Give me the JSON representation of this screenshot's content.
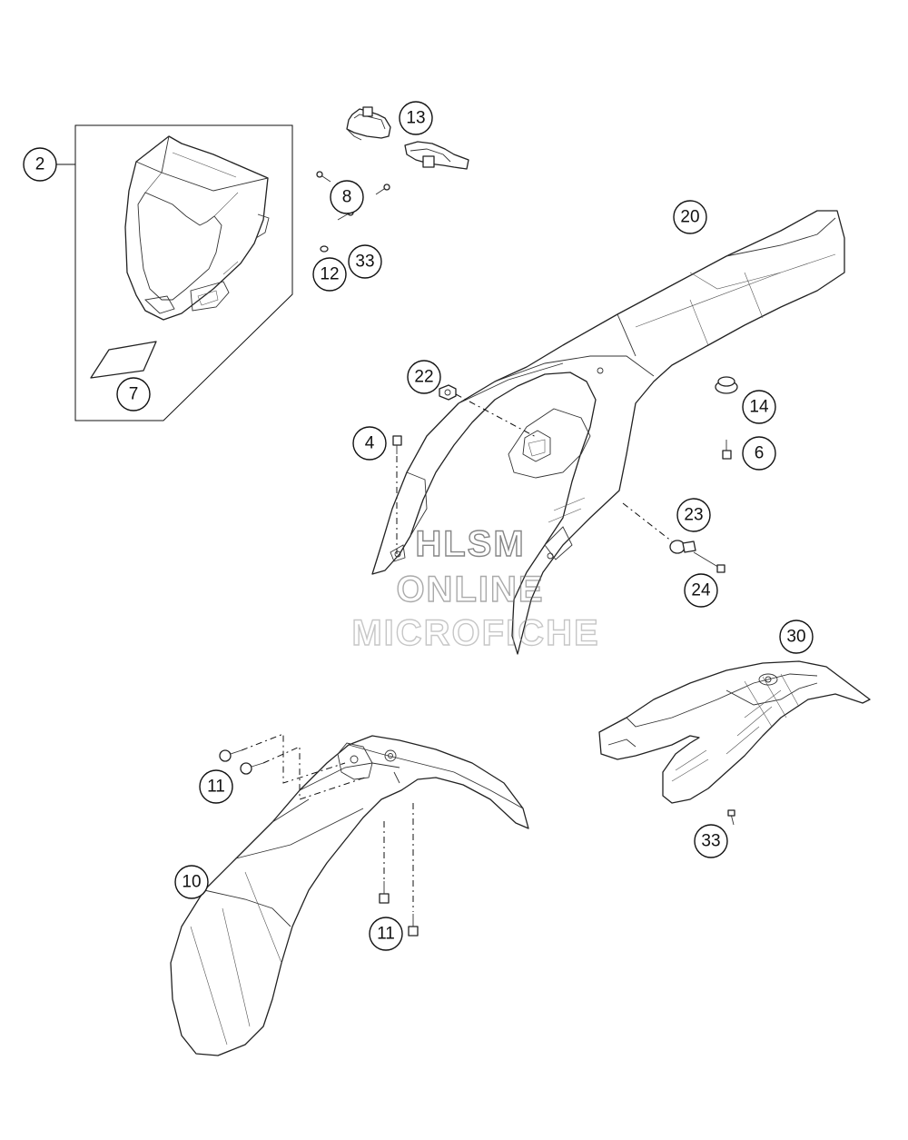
{
  "watermark": {
    "line1": "HLSM",
    "line2": "ONLINE",
    "line3": "MICROFICHE"
  },
  "callouts": [
    {
      "id": "c2",
      "label": "2"
    },
    {
      "id": "c7",
      "label": "7"
    },
    {
      "id": "c13",
      "label": "13"
    },
    {
      "id": "c8",
      "label": "8"
    },
    {
      "id": "c12",
      "label": "12"
    },
    {
      "id": "c33a",
      "label": "33"
    },
    {
      "id": "c20",
      "label": "20"
    },
    {
      "id": "c22",
      "label": "22"
    },
    {
      "id": "c14",
      "label": "14"
    },
    {
      "id": "c4",
      "label": "4"
    },
    {
      "id": "c6",
      "label": "6"
    },
    {
      "id": "c23",
      "label": "23"
    },
    {
      "id": "c24",
      "label": "24"
    },
    {
      "id": "c30",
      "label": "30"
    },
    {
      "id": "c11a",
      "label": "11"
    },
    {
      "id": "c33b",
      "label": "33"
    },
    {
      "id": "c10",
      "label": "10"
    },
    {
      "id": "c11b",
      "label": "11"
    }
  ]
}
